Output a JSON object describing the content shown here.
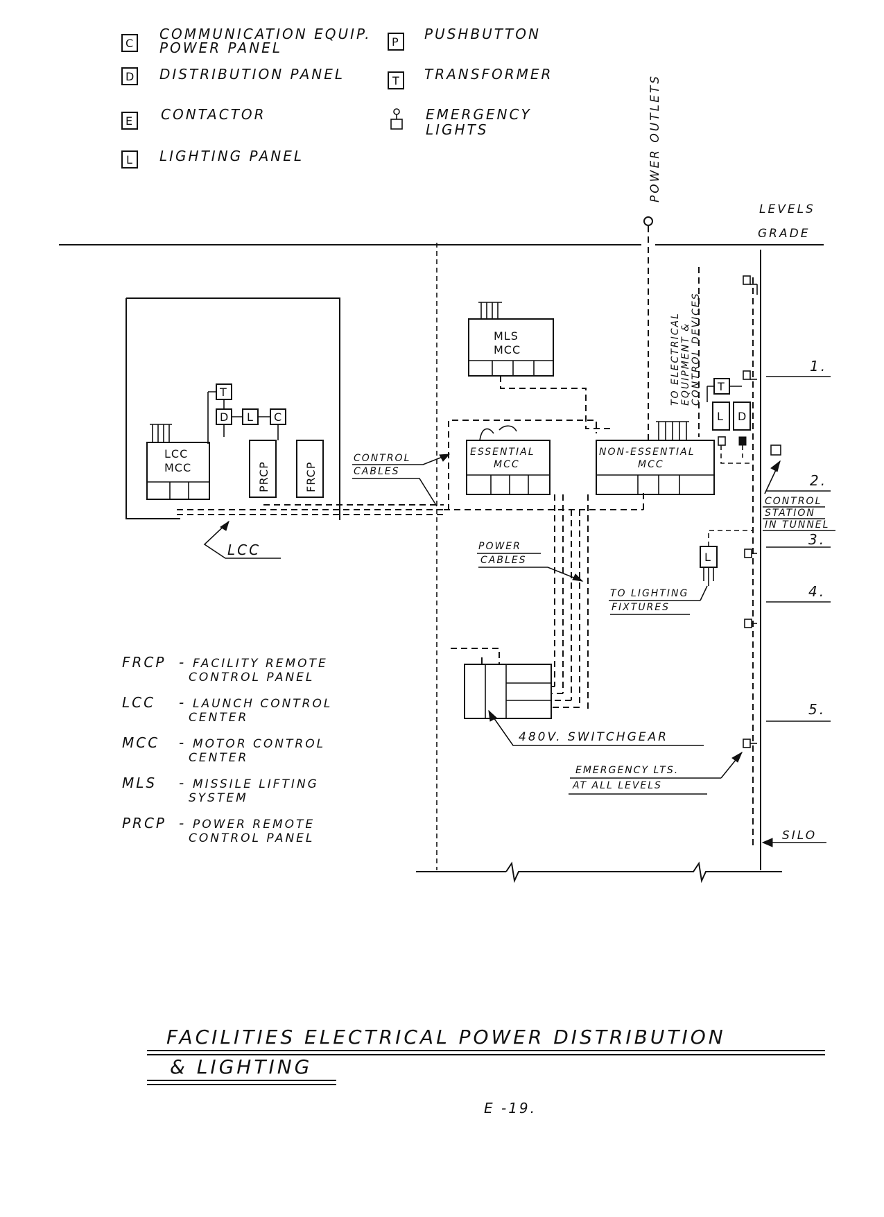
{
  "legend": {
    "items": [
      {
        "code": "C",
        "label_line1": "COMMUNICATION EQUIP.",
        "label_line2": "POWER PANEL"
      },
      {
        "code": "D",
        "label_line1": "DISTRIBUTION PANEL"
      },
      {
        "code": "E",
        "label_line1": "CONTACTOR"
      },
      {
        "code": "L",
        "label_line1": "LIGHTING PANEL"
      },
      {
        "code": "P",
        "label_line1": "PUSHBUTTON"
      },
      {
        "code": "T",
        "label_line1": "TRANSFORMER"
      },
      {
        "code": "",
        "label_line1": "EMERGENCY",
        "label_line2": "LIGHTS"
      }
    ]
  },
  "diagram": {
    "power_outlets": "POWER OUTLETS",
    "levels_header": "LEVELS",
    "grade": "GRADE",
    "levels": [
      "1.",
      "2.",
      "3.",
      "4.",
      "5."
    ],
    "lcc_mcc_line1": "LCC",
    "lcc_mcc_line2": "MCC",
    "prcp": "PRCP",
    "frcp": "FRCP",
    "t": "T",
    "d": "D",
    "l": "L",
    "c": "C",
    "mls_mcc_line1": "MLS",
    "mls_mcc_line2": "MCC",
    "essential_line1": "ESSENTIAL",
    "essential_line2": "MCC",
    "nonessential_line1": "NON-ESSENTIAL",
    "nonessential_line2": "MCC",
    "to_electrical_line1": "TO ELECTRICAL",
    "to_electrical_line2": "EQUIPMENT &",
    "to_electrical_line3": "CONTROL DEVICES",
    "control_cables_line1": "CONTROL",
    "control_cables_line2": "CABLES",
    "power_cables_line1": "POWER",
    "power_cables_line2": "CABLES",
    "lcc_pointer": "LCC",
    "control_station_line1": "CONTROL",
    "control_station_line2": "STATION",
    "control_station_line3": "IN TUNNEL",
    "to_lighting_line1": "TO LIGHTING",
    "to_lighting_line2": "FIXTURES",
    "switchgear": "480V. SWITCHGEAR",
    "emergency_lts_line1": "EMERGENCY LTS.",
    "emergency_lts_line2": "AT ALL LEVELS",
    "silo": "SILO"
  },
  "abbreviations": [
    {
      "abbr": "FRCP",
      "sep": "-",
      "line1": "FACILITY REMOTE",
      "line2": "CONTROL PANEL"
    },
    {
      "abbr": "LCC",
      "sep": "-",
      "line1": "LAUNCH CONTROL",
      "line2": "CENTER"
    },
    {
      "abbr": "MCC",
      "sep": "-",
      "line1": "MOTOR CONTROL",
      "line2": "CENTER"
    },
    {
      "abbr": "MLS",
      "sep": "-",
      "line1": "MISSILE LIFTING",
      "line2": "SYSTEM"
    },
    {
      "abbr": "PRCP",
      "sep": "-",
      "line1": "POWER REMOTE",
      "line2": "CONTROL PANEL"
    }
  ],
  "title": {
    "line1": "FACILITIES ELECTRICAL POWER DISTRIBUTION",
    "line2": "& LIGHTING",
    "figure": "E -19."
  }
}
